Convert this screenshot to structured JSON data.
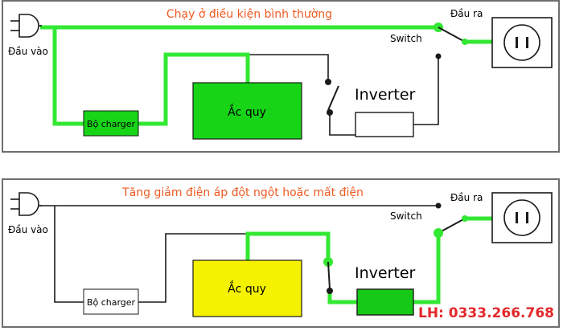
{
  "colors": {
    "green_line": "#33e833",
    "black_line": "#1a1a1a",
    "battery_green": "#17d417",
    "battery_yellow": "#f5f200",
    "inverter_green": "#17c917",
    "title_orange": "#f05a22",
    "contact_red": "#e3282a",
    "border": "#6e6e6e"
  },
  "top": {
    "title": "Chạy ở điều kiện bình thường",
    "input_label": "Đầu vào",
    "output_label": "Đầu ra",
    "switch_label": "Switch",
    "charger_label": "Bộ charger",
    "battery_label": "Ắc quy",
    "inverter_label": "Inverter"
  },
  "bottom": {
    "title": "Tăng giảm điện áp đột ngột hoặc mất điện",
    "input_label": "Đầu vào",
    "output_label": "Đầu ra",
    "switch_label": "Switch",
    "charger_label": "Bộ charger",
    "battery_label": "Ắc quy",
    "inverter_label": "Inverter"
  },
  "contact": "LH: 0333.266.768"
}
